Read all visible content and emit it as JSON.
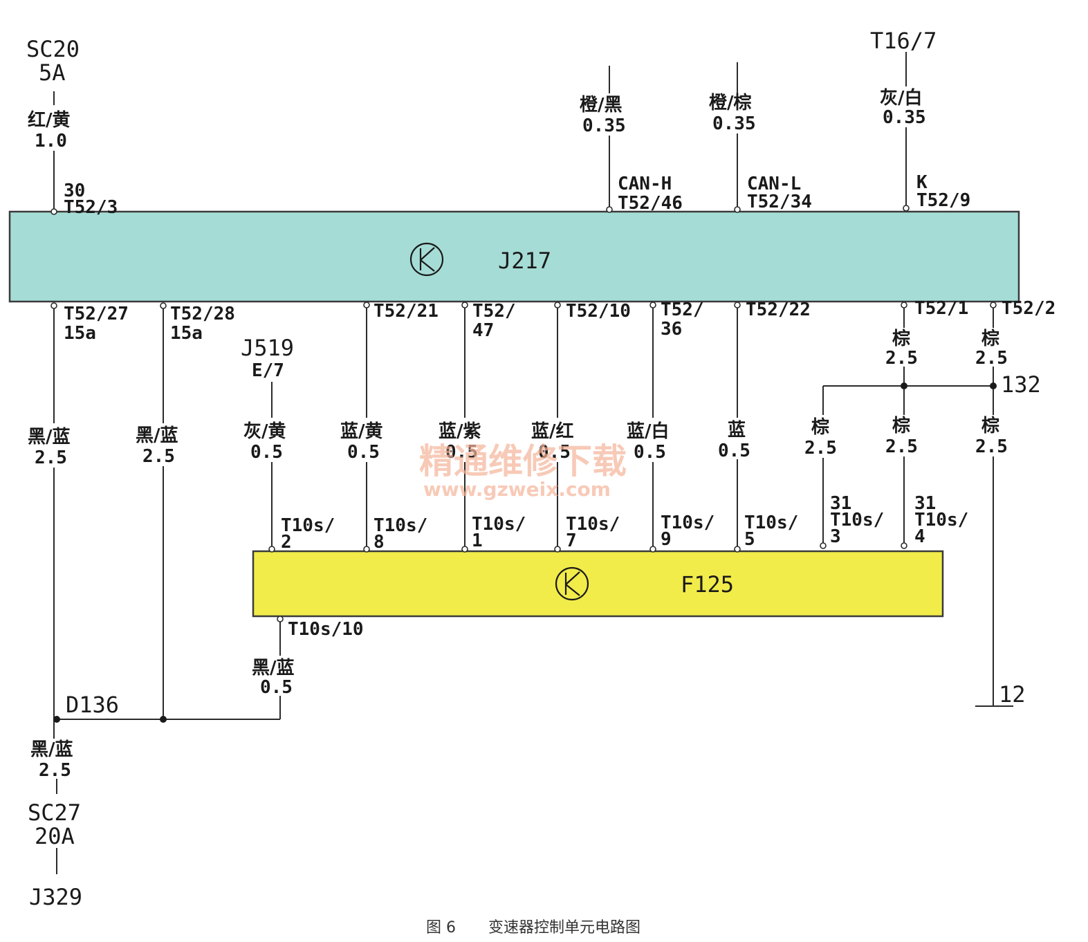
{
  "colors": {
    "j217_fill": "#a6dcd6",
    "f125_fill": "#f1ec4a",
    "wire": "#2a2a2a",
    "watermark": "#f5b49a"
  },
  "icons": {
    "module": "k-circle-icon"
  },
  "modules": {
    "j217": {
      "label": "J217",
      "symbol": "K"
    },
    "f125": {
      "label": "F125",
      "symbol": "K"
    }
  },
  "sources": {
    "sc20": {
      "name": "SC20",
      "rating": "5A"
    },
    "t16": {
      "name": "T16/7"
    },
    "j519": {
      "name": "J519",
      "pin": "E/7"
    },
    "sc27": {
      "name": "SC27",
      "rating": "20A"
    },
    "j329": {
      "name": "J329"
    },
    "ground_132": "132",
    "ground_12": "12",
    "d136": "D136"
  },
  "top_wires": [
    {
      "id": "w30",
      "color": "红/黄",
      "size": "1.0",
      "func": "30",
      "pin": "T52/3"
    },
    {
      "id": "w46",
      "color": "橙/黑",
      "size": "0.35",
      "func": "CAN-H",
      "pin": "T52/46"
    },
    {
      "id": "w34",
      "color": "橙/棕",
      "size": "0.35",
      "func": "CAN-L",
      "pin": "T52/34"
    },
    {
      "id": "w9",
      "color": "灰/白",
      "size": "0.35",
      "func": "K",
      "pin": "T52/9"
    }
  ],
  "j217_bottom_pins": [
    {
      "id": "p27",
      "pin": "T52/27",
      "sub": "15a"
    },
    {
      "id": "p28",
      "pin": "T52/28",
      "sub": "15a"
    },
    {
      "id": "p21",
      "pin": "T52/21"
    },
    {
      "id": "p47",
      "pin": "T52/",
      "sub": "47"
    },
    {
      "id": "p10",
      "pin": "T52/10"
    },
    {
      "id": "p36",
      "pin": "T52/",
      "sub": "36"
    },
    {
      "id": "p22",
      "pin": "T52/22"
    },
    {
      "id": "p1",
      "pin": "T52/1"
    },
    {
      "id": "p2",
      "pin": "T52/2"
    }
  ],
  "mid_wires": [
    {
      "id": "m27",
      "color": "黑/蓝",
      "size": "2.5"
    },
    {
      "id": "m28",
      "color": "黑/蓝",
      "size": "2.5"
    },
    {
      "id": "m519",
      "color": "灰/黄",
      "size": "0.5"
    },
    {
      "id": "m21",
      "color": "蓝/黄",
      "size": "0.5"
    },
    {
      "id": "m47",
      "color": "蓝/紫",
      "size": "0.5"
    },
    {
      "id": "m10",
      "color": "蓝/红",
      "size": "0.5"
    },
    {
      "id": "m36",
      "color": "蓝/白",
      "size": "0.5"
    },
    {
      "id": "m22",
      "color": "蓝",
      "size": "0.5"
    },
    {
      "id": "m3",
      "color": "棕",
      "size": "2.5"
    },
    {
      "id": "m4",
      "color": "棕",
      "size": "2.5"
    },
    {
      "id": "m12",
      "color": "棕",
      "size": "2.5"
    },
    {
      "id": "u1",
      "color": "棕",
      "size": "2.5"
    },
    {
      "id": "u2",
      "color": "棕",
      "size": "2.5"
    }
  ],
  "f125_pins": [
    {
      "id": "f2",
      "top": "T10s/",
      "sub": "2"
    },
    {
      "id": "f8",
      "top": "T10s/",
      "sub": "8"
    },
    {
      "id": "f1",
      "top": "T10s/",
      "sub": "1"
    },
    {
      "id": "f7",
      "top": "T10s/",
      "sub": "7"
    },
    {
      "id": "f9",
      "top": "T10s/",
      "sub": "9"
    },
    {
      "id": "f5",
      "top": "T10s/",
      "sub": "5"
    },
    {
      "id": "f3",
      "func": "31",
      "top": "T10s/",
      "sub": "3"
    },
    {
      "id": "f4",
      "func": "31",
      "top": "T10s/",
      "sub": "4"
    }
  ],
  "f125_bottom": {
    "pin": "T10s/10",
    "color": "黑/蓝",
    "size": "0.5"
  },
  "sc27_wire": {
    "color": "黑/蓝",
    "size": "2.5"
  },
  "watermark": {
    "line1": "精通维修下载",
    "line2": "www.gzweix.com"
  },
  "caption": {
    "fig": "图 6",
    "title": "变速器控制单元电路图"
  }
}
